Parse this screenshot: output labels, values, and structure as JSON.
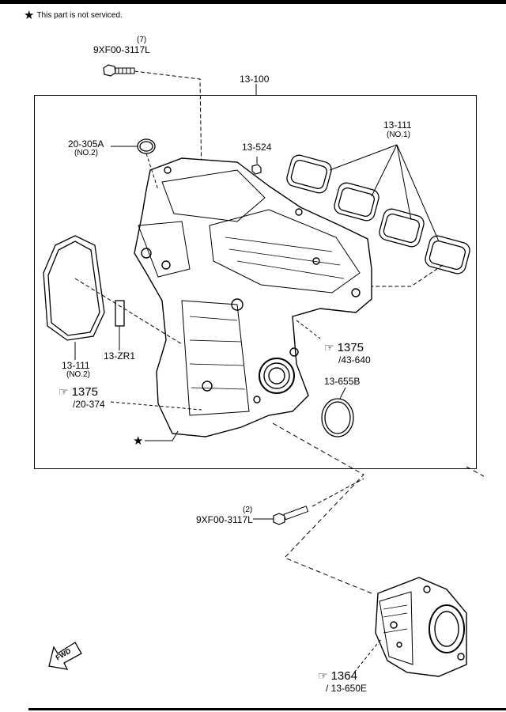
{
  "note": {
    "text": "This part is not serviced."
  },
  "callouts": {
    "bolt_top_qty": "(7)",
    "bolt_top_pn": "9XF00-3117L",
    "manifold": "13-100",
    "gasket_305a": "20-305A",
    "gasket_305a_sub": "(NO.2)",
    "part_524": "13-524",
    "gasket_111_no1": "13-111",
    "gasket_111_no1_sub": "(NO.1)",
    "gasket_111_no2": "13-111",
    "gasket_111_no2_sub": "(NO.2)",
    "part_zr1": "13-ZR1",
    "ref_1375_a_num": "1375",
    "ref_1375_a_sub": "/43-640",
    "ref_1375_b_num": "1375",
    "ref_1375_b_sub": "/20-374",
    "gasket_655b": "13-655B",
    "bolt_bottom_qty": "(2)",
    "bolt_bottom_pn": "9XF00-3117L",
    "ref_1364_num": "1364",
    "ref_1364_sub": "/ 13-650E",
    "fwd": "FWD"
  },
  "icons": {
    "star": "star-icon",
    "reference": "pointing-hand-icon",
    "forward": "fwd-arrow-icon"
  }
}
